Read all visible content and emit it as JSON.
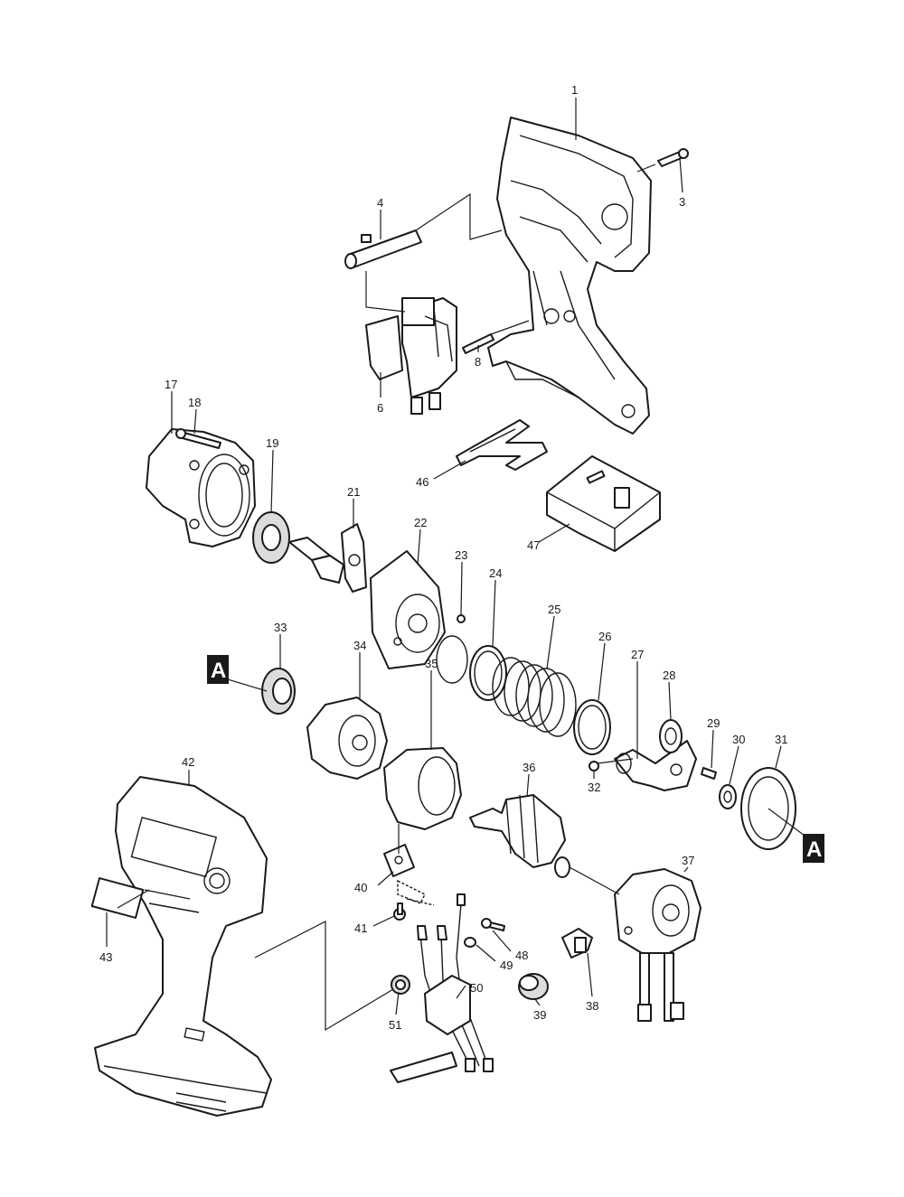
{
  "callouts": {
    "c1": "1",
    "c3": "3",
    "c4": "4",
    "c6": "6",
    "c8": "8",
    "c17": "17",
    "c18": "18",
    "c19": "19",
    "c21": "21",
    "c22": "22",
    "c23": "23",
    "c24": "24",
    "c25": "25",
    "c26": "26",
    "c27": "27",
    "c28": "28",
    "c29": "29",
    "c30": "30",
    "c31": "31",
    "c32": "32",
    "c33": "33",
    "c34": "34",
    "c35": "35",
    "c36": "36",
    "c37": "37",
    "c38": "38",
    "c39": "39",
    "c40": "40",
    "c41": "41",
    "c42": "42",
    "c43": "43",
    "c46": "46",
    "c47": "47",
    "c48": "48",
    "c49": "49",
    "c50": "50",
    "c51": "51"
  },
  "connector_marks": {
    "left": "A",
    "right": "A"
  }
}
